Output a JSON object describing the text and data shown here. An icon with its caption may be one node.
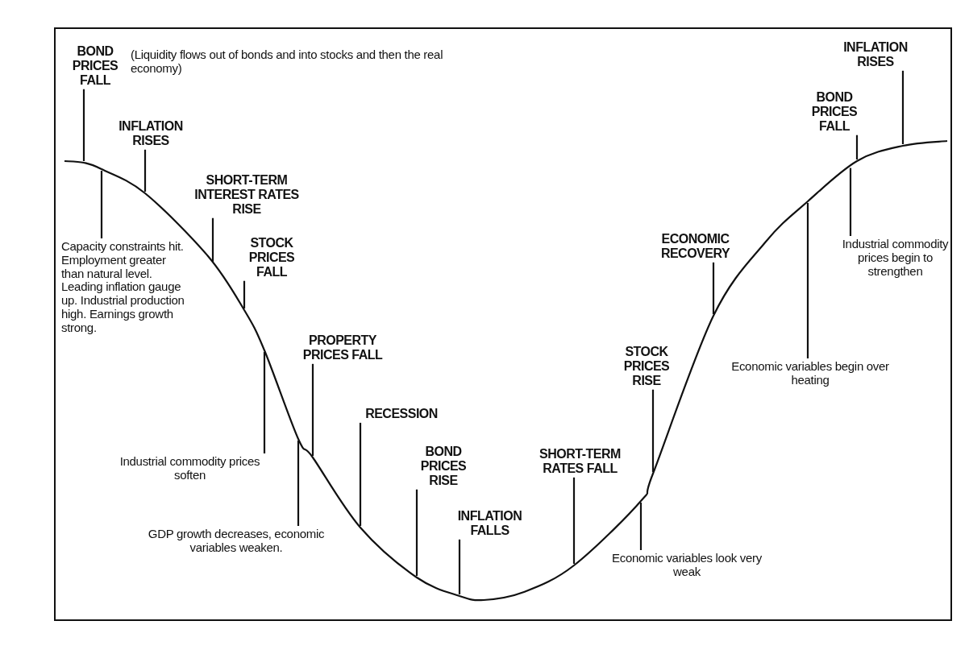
{
  "diagram": {
    "nodes": [
      {
        "text": [
          "BOND PRICES FALL"
        ]
      },
      {
        "text": [
          "INFLATION RISES"
        ]
      },
      {
        "text": [
          "SHORT-TERM INTEREST RATES RISE"
        ]
      },
      {
        "text": [
          "STOCK PRICES FALL"
        ]
      },
      {
        "text": [
          "Capacity constraints hit. Employment greater than natural level. Leading inflation gauge up. Industrial production high. Earnings growth strong."
        ]
      },
      {
        "text": [
          "PROPERTY PRICES FALL"
        ]
      },
      {
        "text": [
          "RECESSION"
        ]
      },
      {
        "text": [
          "Industrial commodity prices soften"
        ]
      },
      {
        "text": [
          "GDP growth decreases, economic variables weaken."
        ]
      },
      {
        "text": [
          "BOND PRICES RISE"
        ]
      },
      {
        "text": [
          "INFLATION FALLS"
        ]
      },
      {
        "text": [
          "SHORT-TERM RATES FALL"
        ]
      },
      {
        "text": [
          "Economic variables look very weak"
        ]
      },
      {
        "text": [
          "STOCK PRICES RISE"
        ]
      },
      {
        "text": [
          "ECONOMIC RECOVERY"
        ]
      },
      {
        "text": [
          "Economic variables begin over heating"
        ]
      },
      {
        "text": [
          "BOND PRICES FALL"
        ]
      },
      {
        "text": [
          "Industrial commodity prices begin to strengthen"
        ]
      },
      {
        "text": [
          "INFLATION RISES"
        ]
      }
    ],
    "edges": [
      {
        "from": 0,
        "to": null,
        "arrow": "none"
      },
      {
        "from": 1,
        "to": null,
        "arrow": "none"
      },
      {
        "from": 2,
        "to": null,
        "arrow": "none"
      },
      {
        "from": 3,
        "to": null,
        "arrow": "none"
      },
      {
        "from": 4,
        "to": null,
        "arrow": "none"
      },
      {
        "from": 5,
        "to": null,
        "arrow": "none"
      },
      {
        "from": 6,
        "to": null,
        "arrow": "none"
      },
      {
        "from": 7,
        "to": null,
        "arrow": "none"
      },
      {
        "from": 8,
        "to": null,
        "arrow": "none"
      },
      {
        "from": 9,
        "to": null,
        "arrow": "none"
      },
      {
        "from": 10,
        "to": null,
        "arrow": "none"
      },
      {
        "from": 11,
        "to": null,
        "arrow": "none"
      },
      {
        "from": 12,
        "to": null,
        "arrow": "none"
      },
      {
        "from": 13,
        "to": null,
        "arrow": "none"
      },
      {
        "from": 14,
        "to": null,
        "arrow": "none"
      },
      {
        "from": 15,
        "to": null,
        "arrow": "none"
      },
      {
        "from": 16,
        "to": null,
        "arrow": "none"
      },
      {
        "from": 17,
        "to": null,
        "arrow": "none"
      },
      {
        "from": 18,
        "to": null,
        "arrow": "none"
      }
    ],
    "labels": [
      "(Liquidity flows out of bonds and into stocks and then the real economy)"
    ]
  }
}
